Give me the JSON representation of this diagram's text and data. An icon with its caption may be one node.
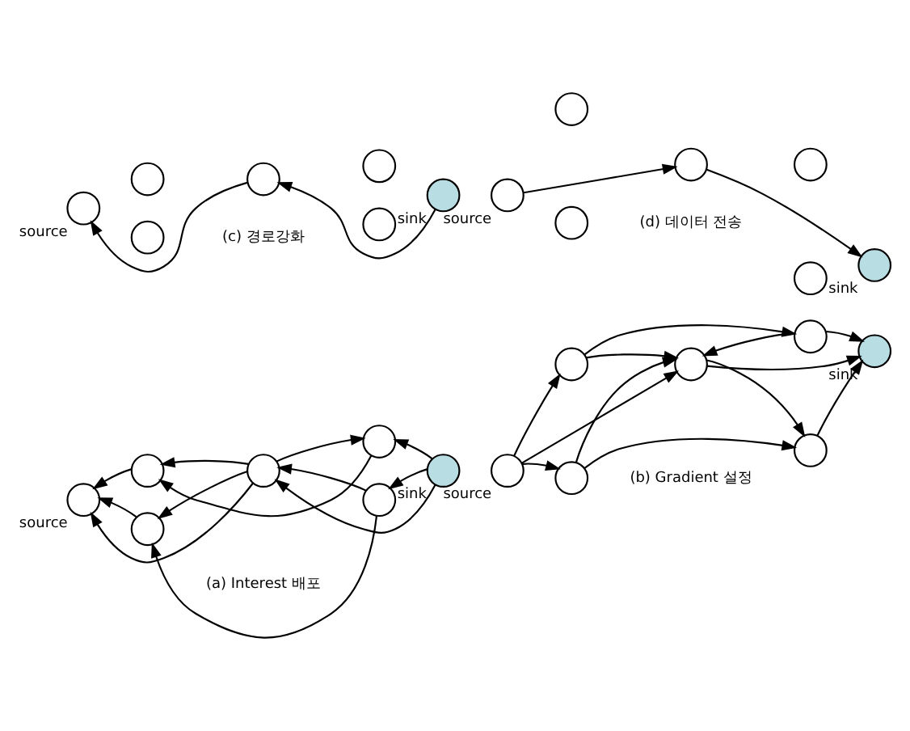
{
  "diagram": {
    "nodes": [
      {
        "text": [],
        "shape": "circle"
      },
      {
        "text": [],
        "shape": "circle"
      },
      {
        "text": [],
        "shape": "circle",
        "beside": [
          "source"
        ]
      },
      {
        "text": [],
        "shape": "circle"
      },
      {
        "text": [],
        "shape": "circle",
        "beside": [
          "sink"
        ]
      },
      {
        "text": [],
        "shape": "circle"
      },
      {
        "text": [],
        "shape": "circle"
      },
      {
        "text": [],
        "shape": "circle"
      },
      {
        "text": [],
        "shape": "circle"
      },
      {
        "text": [],
        "shape": "circle",
        "beside": [
          "source"
        ]
      },
      {
        "text": [],
        "shape": "circle"
      },
      {
        "text": [],
        "shape": "circle",
        "beside": [
          "sink"
        ]
      },
      {
        "text": [],
        "shape": "circle"
      },
      {
        "text": [],
        "shape": "circle"
      },
      {
        "text": [],
        "shape": "circle"
      },
      {
        "text": [],
        "shape": "circle"
      },
      {
        "text": [],
        "shape": "circle",
        "beside": [
          "source"
        ]
      },
      {
        "text": [],
        "shape": "circle"
      },
      {
        "text": [],
        "shape": "circle",
        "beside": [
          "sink"
        ]
      },
      {
        "text": [],
        "shape": "circle"
      },
      {
        "text": [],
        "shape": "circle"
      },
      {
        "text": [],
        "shape": "circle"
      },
      {
        "text": [],
        "shape": "circle"
      },
      {
        "text": [],
        "shape": "circle",
        "beside": [
          "source"
        ]
      },
      {
        "text": [],
        "shape": "circle"
      },
      {
        "text": [],
        "shape": "circle",
        "beside": [
          "sink"
        ]
      },
      {
        "text": [],
        "shape": "circle"
      },
      {
        "text": [],
        "shape": "circle"
      }
    ],
    "edges": [
      {
        "from": 1,
        "to": 0,
        "arrow": "to"
      },
      {
        "from": 0,
        "to": 2,
        "arrow": "to"
      },
      {
        "from": 3,
        "to": 2,
        "arrow": "to"
      },
      {
        "from": 3,
        "to": 0,
        "arrow": "to"
      },
      {
        "from": 3,
        "to": 1,
        "arrow": "to"
      },
      {
        "from": 4,
        "to": 3,
        "arrow": "to"
      },
      {
        "from": 4,
        "to": 1,
        "arrow": "to"
      },
      {
        "from": 4,
        "to": 6,
        "arrow": "to"
      },
      {
        "from": 3,
        "to": 5,
        "arrow": "to"
      },
      {
        "from": 5,
        "to": 2,
        "arrow": "to"
      },
      {
        "from": 6,
        "to": 5,
        "arrow": "to"
      },
      {
        "from": 6,
        "to": 3,
        "arrow": "to"
      },
      {
        "from": 7,
        "to": 8,
        "arrow": "to"
      },
      {
        "from": 9,
        "to": 7,
        "arrow": "to"
      },
      {
        "from": 7,
        "to": 10,
        "arrow": "to"
      },
      {
        "from": 8,
        "to": 10,
        "arrow": "to"
      },
      {
        "from": 8,
        "to": 11,
        "arrow": "to"
      },
      {
        "from": 9,
        "to": 10,
        "arrow": "to"
      },
      {
        "from": 10,
        "to": 11,
        "arrow": "to"
      },
      {
        "from": 9,
        "to": 12,
        "arrow": "to"
      },
      {
        "from": 12,
        "to": 10,
        "arrow": "to"
      },
      {
        "from": 10,
        "to": 13,
        "arrow": "to"
      },
      {
        "from": 12,
        "to": 13,
        "arrow": "to"
      },
      {
        "from": 13,
        "to": 11,
        "arrow": "to"
      },
      {
        "from": 18,
        "to": 17,
        "arrow": "to"
      },
      {
        "from": 17,
        "to": 16,
        "arrow": "to"
      },
      {
        "from": 23,
        "to": 24,
        "arrow": "to"
      },
      {
        "from": 24,
        "to": 25,
        "arrow": "to"
      }
    ],
    "labels": [
      "(a) Interest 배포",
      "(b) Gradient 설정",
      "(c) 경로강화",
      "(d) 데이터 전송"
    ]
  }
}
